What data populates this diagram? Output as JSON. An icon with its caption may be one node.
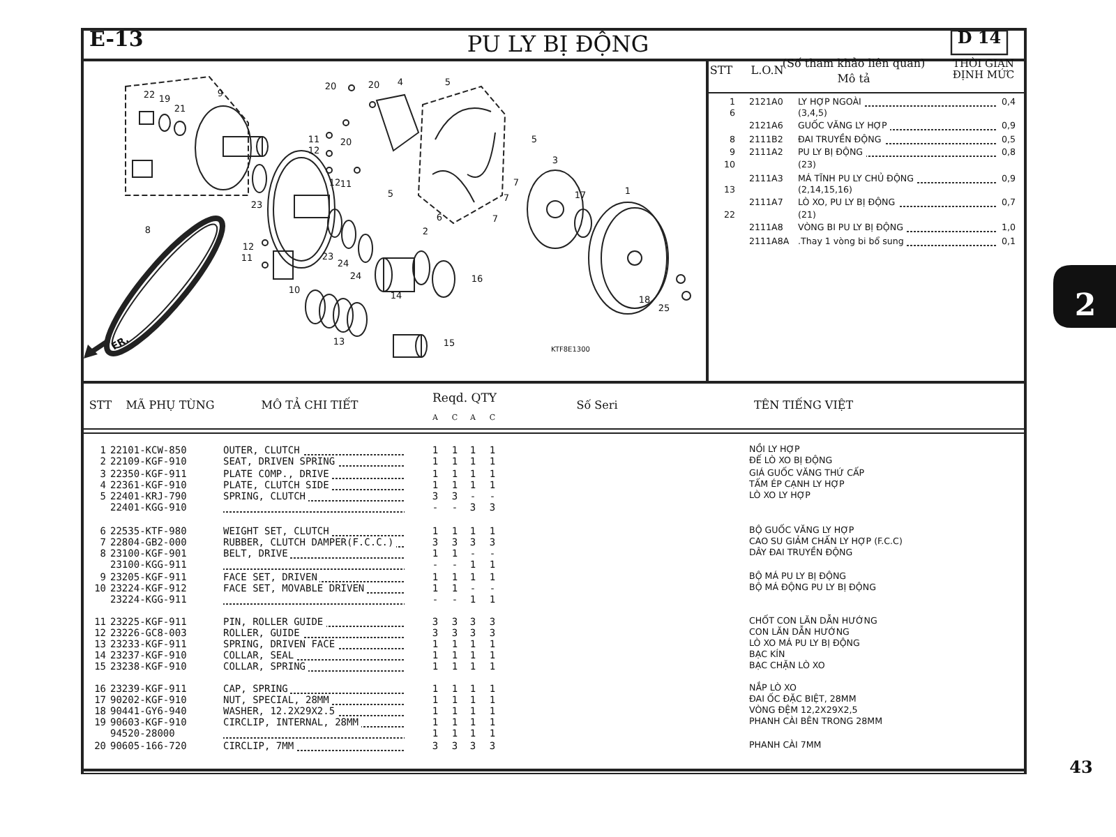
{
  "diagram": {
    "title": "PU LY BỊ ĐỘNG",
    "labels": [
      "E-13",
      "D 14",
      "STT",
      "L.O.N",
      "(Số tham khảo liên quan)",
      "Mô tả",
      "THỜI GIAN ĐỊNH MỨC",
      "1",
      "2121A0",
      "LY HỢP NGOÀI",
      "0,4",
      "6",
      "(3,4,5)",
      "2121A6",
      "GUỐC VĂNG LY HỢP",
      "0,9",
      "8",
      "2111B2",
      "ĐAI TRUYỀN ĐỘNG",
      "0,5",
      "9",
      "2111A2",
      "PU LY BỊ ĐỘNG",
      "0,8",
      "10",
      "(23)",
      "2111A3",
      "MÁ TĨNH PU LY CHỦ ĐỘNG",
      "0,9",
      "13",
      "(2,14,15,16)",
      "2111A7",
      "LÒ XO, PU LY BỊ ĐỘNG",
      "0,7",
      "22",
      "(21)",
      "2111A8",
      "VÒNG BI PU LY BỊ ĐỘNG",
      "1,0",
      "2111A8A",
      ".Thay 1 vòng bi bổ sung",
      "0,1",
      "20",
      "20",
      "4",
      "5",
      "22",
      "19",
      "21",
      "9",
      "11",
      "20",
      "5",
      "12",
      "3",
      "12",
      "11",
      "5",
      "7",
      "7",
      "17",
      "1",
      "23",
      "6",
      "7",
      "8",
      "2",
      "12",
      "11",
      "23",
      "24",
      "24",
      "16",
      "10",
      "14",
      "18",
      "25",
      "13",
      "15",
      "KTF8E1300",
      "FR.",
      "STT",
      "MÃ PHỤ TÙNG",
      "MÔ TẢ CHI TIẾT",
      "Reqd. QTY",
      "A",
      "C",
      "A",
      "C",
      "Số Seri",
      "TÊN TIẾNG VIỆT",
      "1",
      "22101-KCW-850",
      "OUTER, CLUTCH",
      "1",
      "1",
      "1",
      "1",
      "NỒI LY HỢP",
      "2",
      "22109-KGF-910",
      "SEAT, DRIVEN SPRING",
      "1",
      "1",
      "1",
      "1",
      "ĐẾ LÒ XO BỊ ĐỘNG",
      "3",
      "22350-KGF-911",
      "PLATE COMP., DRIVE",
      "1",
      "1",
      "1",
      "1",
      "GIÁ GUỐC VĂNG THỨ CẤP",
      "4",
      "22361-KGF-910",
      "PLATE, CLUTCH SIDE",
      "1",
      "1",
      "1",
      "1",
      "TẤM ÉP CẠNH LY HỢP",
      "5",
      "22401-KRJ-790",
      "SPRING, CLUTCH",
      "3",
      "3",
      "-",
      "-",
      "LÒ XO LY HỢP",
      "22401-KGG-910",
      "-",
      "-",
      "3",
      "3",
      "6",
      "22535-KTF-980",
      "WEIGHT SET, CLUTCH",
      "1",
      "1",
      "1",
      "1",
      "BỘ GUỐC VĂNG LY HỢP",
      "7",
      "22804-GB2-000",
      "RUBBER, CLUTCH DAMPER(F.C.C.)",
      "3",
      "3",
      "3",
      "3",
      "CAO SU GIẢM CHẤN LY HỢP (F.C.C)",
      "8",
      "23100-KGF-901",
      "BELT, DRIVE",
      "1",
      "1",
      "-",
      "-",
      "DÂY ĐAI TRUYỀN ĐỘNG",
      "23100-KGG-911",
      "-",
      "-",
      "1",
      "1",
      "9",
      "23205-KGF-911",
      "FACE SET, DRIVEN",
      "1",
      "1",
      "1",
      "1",
      "BỘ MÁ PU LY BỊ ĐỘNG",
      "10",
      "23224-KGF-912",
      "FACE SET, MOVABLE DRIVEN",
      "1",
      "1",
      "-",
      "-",
      "BỘ MÁ ĐỘNG PU LY BỊ ĐỘNG",
      "23224-KGG-911",
      "-",
      "-",
      "1",
      "1",
      "11",
      "23225-KGF-911",
      "PIN, ROLLER GUIDE",
      "3",
      "3",
      "3",
      "3",
      "CHỐT CON LĂN DẪN HƯỚNG",
      "12",
      "23226-GC8-003",
      "ROLLER, GUIDE",
      "3",
      "3",
      "3",
      "3",
      "CON LĂN DẪN HƯỚNG",
      "13",
      "23233-KGF-911",
      "SPRING, DRIVEN FACE",
      "1",
      "1",
      "1",
      "1",
      "LÒ XO MÁ PU LY BỊ ĐỘNG",
      "14",
      "23237-KGF-910",
      "COLLAR, SEAL",
      "1",
      "1",
      "1",
      "1",
      "BẠC KÍN",
      "15",
      "23238-KGF-910",
      "COLLAR, SPRING",
      "1",
      "1",
      "1",
      "1",
      "BẠC CHẶN LÒ XO",
      "16",
      "23239-KGF-911",
      "CAP, SPRING",
      "1",
      "1",
      "1",
      "1",
      "NẮP LÒ XO",
      "17",
      "90202-KGF-910",
      "NUT, SPECIAL, 28MM",
      "1",
      "1",
      "1",
      "1",
      "ĐAI ỐC ĐẶC BIỆT, 28MM",
      "18",
      "90441-GY6-940",
      "WASHER, 12.2X29X2.5",
      "1",
      "1",
      "1",
      "1",
      "VÒNG ĐỆM 12,2X29X2,5",
      "19",
      "90603-KGF-910",
      "CIRCLIP, INTERNAL, 28MM",
      "1",
      "1",
      "1",
      "1",
      "PHANH CÀI BÊN TRONG 28MM",
      "94520-28000",
      "1",
      "1",
      "1",
      "1",
      "20",
      "90605-166-720",
      "CIRCLIP, 7MM",
      "3",
      "3",
      "3",
      "3",
      "PHANH CÀI 7MM",
      "2",
      "43"
    ]
  }
}
